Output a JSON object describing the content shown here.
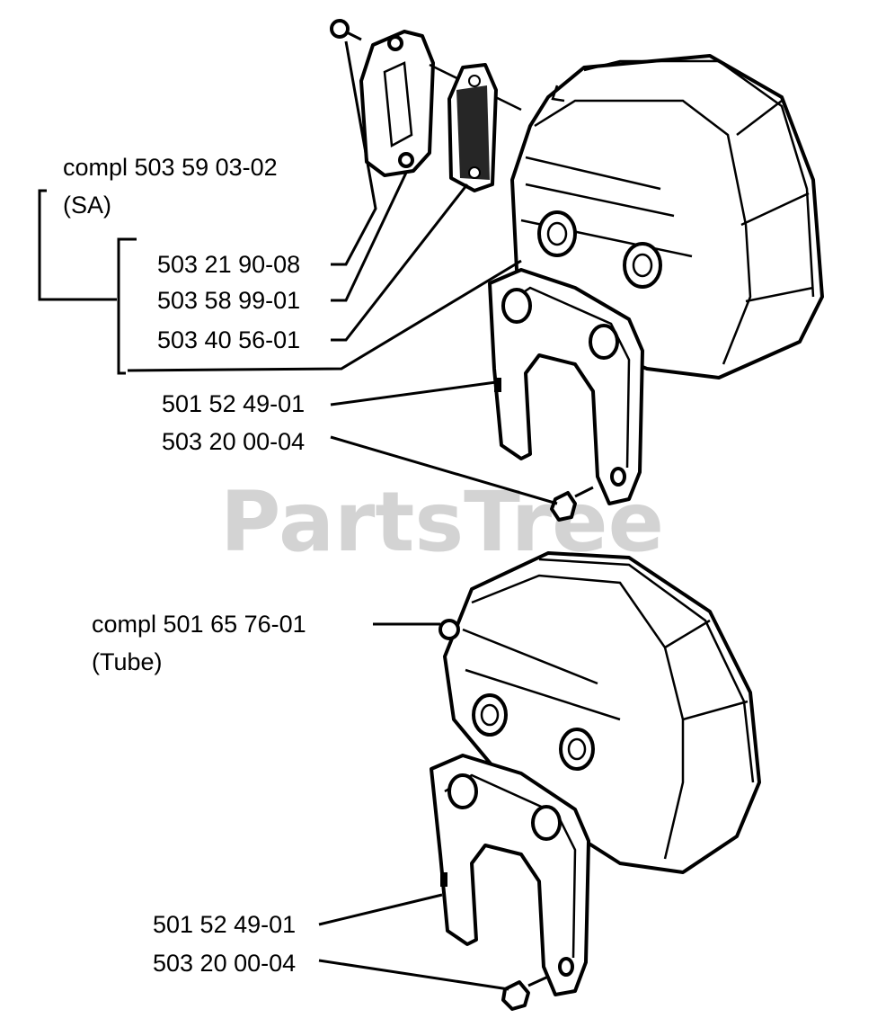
{
  "watermark": "PartsTree",
  "assembly_top": {
    "callout_compl": "compl 503 59 03-02",
    "callout_variant": "(SA)",
    "parts": [
      {
        "number": "503 21 90-08"
      },
      {
        "number": "503 58 99-01"
      },
      {
        "number": "503 40 56-01"
      },
      {
        "number": "501 52 49-01"
      },
      {
        "number": "503 20 00-04"
      }
    ]
  },
  "assembly_bottom": {
    "callout_compl": "compl 501 65 76-01",
    "callout_variant": "(Tube)",
    "parts": [
      {
        "number": "501 52 49-01"
      },
      {
        "number": "503 20 00-04"
      }
    ]
  }
}
